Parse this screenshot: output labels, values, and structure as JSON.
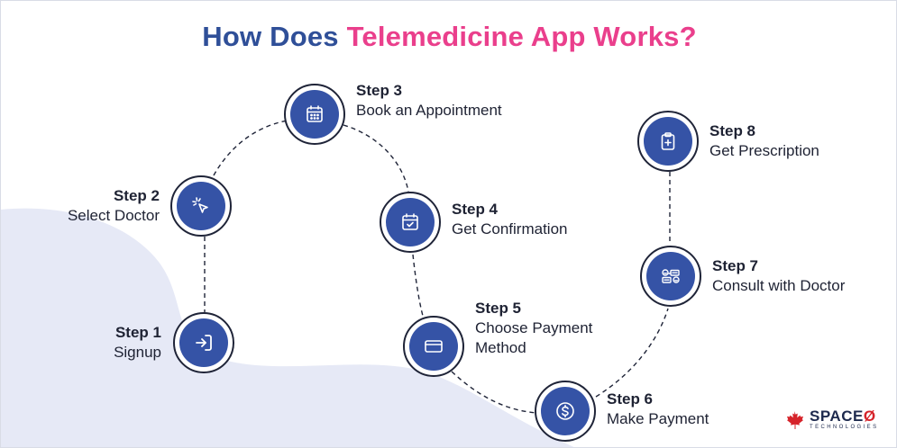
{
  "title": {
    "part1": "How Does",
    "part2": "Telemedicine App Works?"
  },
  "colors": {
    "title_primary": "#2f4f98",
    "title_accent": "#ea3f8c",
    "node": "#3553a6",
    "blob": "#e6e9f6"
  },
  "steps": [
    {
      "step": "Step 1",
      "desc": "Signup",
      "icon": "signin-arrow-icon"
    },
    {
      "step": "Step 2",
      "desc": "Select Doctor",
      "icon": "cursor-click-icon"
    },
    {
      "step": "Step 3",
      "desc": "Book an Appointment",
      "icon": "calendar-icon"
    },
    {
      "step": "Step 4",
      "desc": "Get Confirmation",
      "icon": "calendar-check-icon"
    },
    {
      "step": "Step 5",
      "desc1": "Choose Payment",
      "desc2": "Method",
      "icon": "credit-card-icon"
    },
    {
      "step": "Step 6",
      "desc": "Make Payment",
      "icon": "dollar-coin-icon"
    },
    {
      "step": "Step 7",
      "desc": "Consult with Doctor",
      "icon": "chat-consult-icon"
    },
    {
      "step": "Step 8",
      "desc": "Get Prescription",
      "icon": "clipboard-plus-icon"
    }
  ],
  "logo": {
    "name": "SPACE",
    "symbol": "Ø",
    "tagline": "TECHNOLOGIES",
    "icon": "maple-leaf-icon",
    "color": "#d6232a"
  }
}
